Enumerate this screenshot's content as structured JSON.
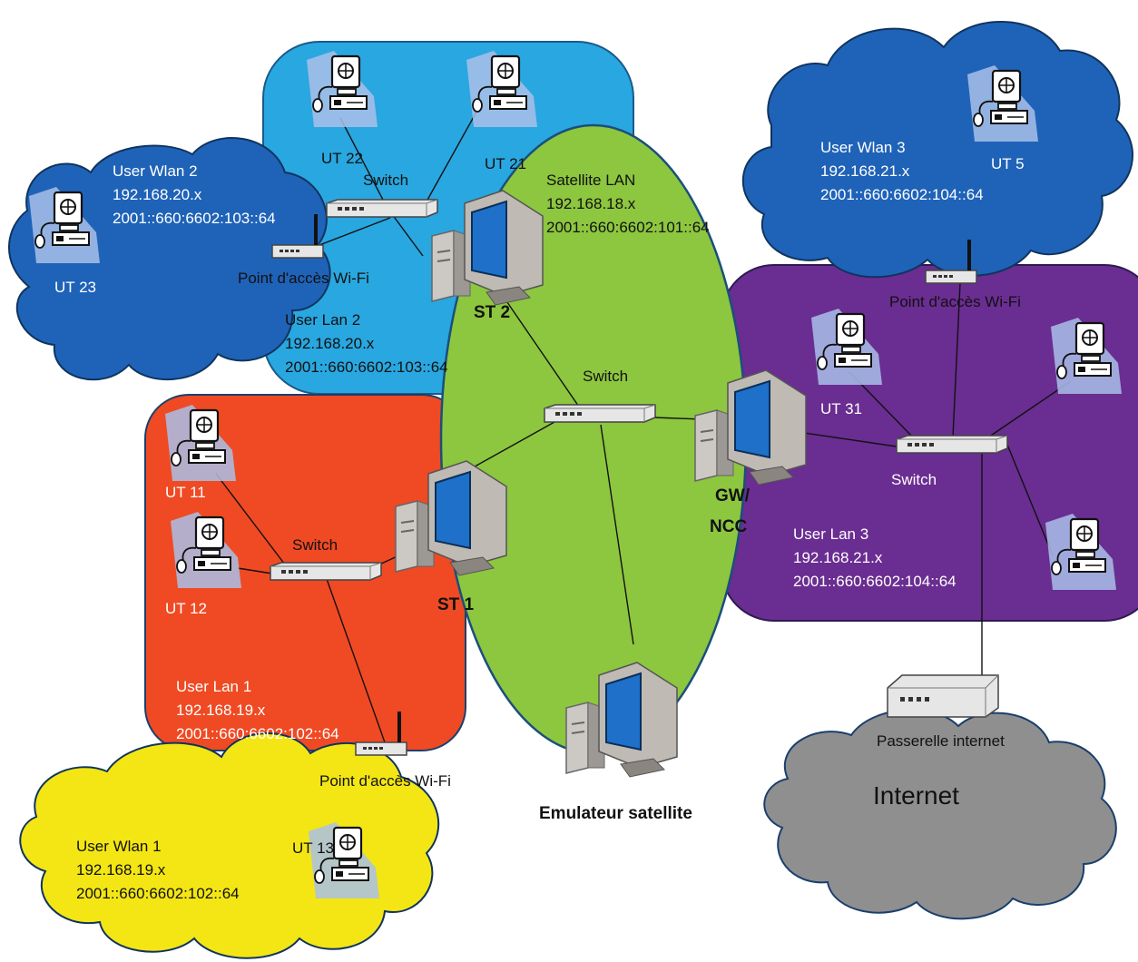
{
  "zones": {
    "wlan2": {
      "name": "User Wlan 2",
      "ipv4": "192.168.20.x",
      "ipv6": "2001::660:6602:103::64",
      "color": "#1f63b8"
    },
    "lan2": {
      "name": "User Lan 2",
      "ipv4": "192.168.20.x",
      "ipv6": "2001::660:6602:103::64",
      "color": "#29a7e0"
    },
    "sat": {
      "name": "Satellite LAN",
      "ipv4": "192.168.18.x",
      "ipv6": "2001::660:6602:101::64",
      "color": "#8dc63f"
    },
    "wlan3": {
      "name": "User Wlan 3",
      "ipv4": "192.168.21.x",
      "ipv6": "2001::660:6602:104::64",
      "color": "#1f63b8"
    },
    "lan3": {
      "name": "User Lan 3",
      "ipv4": "192.168.21.x",
      "ipv6": "2001::660:6602:104::64",
      "color": "#6a2d91"
    },
    "lan1": {
      "name": "User Lan 1",
      "ipv4": "192.168.19.x",
      "ipv6": "2001::660:6602:102::64",
      "color": "#ef4a23"
    },
    "wlan1": {
      "name": "User Wlan 1",
      "ipv4": "192.168.19.x",
      "ipv6": "2001::660:6602:102::64",
      "color": "#f3e614"
    },
    "internet": {
      "name": "Internet",
      "color": "#8f8f8f"
    }
  },
  "labels": {
    "ut22": "UT 22",
    "ut21": "UT 21",
    "ut23": "UT 23",
    "ut5": "UT 5",
    "ut11": "UT 11",
    "ut12": "UT 12",
    "ut13": "UT 13",
    "ut31": "UT 31",
    "switch": "Switch",
    "wifi_ap": "Point d'accès Wi-Fi",
    "st2": "ST 2",
    "st1": "ST 1",
    "gw": "GW/",
    "ncc": "NCC",
    "emulator": "Emulateur satellite",
    "gateway": "Passerelle internet"
  }
}
